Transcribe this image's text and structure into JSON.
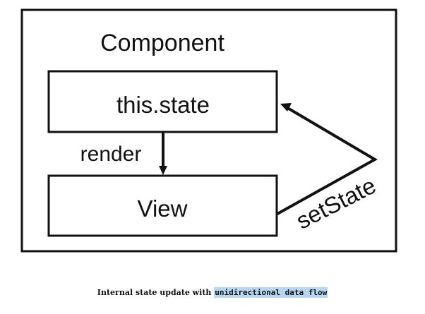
{
  "diagram": {
    "container_label": "Component",
    "state_box_label": "this.state",
    "view_box_label": "View",
    "render_label": "render",
    "setstate_label": "setState"
  },
  "caption": {
    "text_prefix": "Internal state update with",
    "highlighted_text": "unidirectional data flow"
  },
  "colors": {
    "stroke": "#111111",
    "highlight": "#b7d7f1"
  }
}
